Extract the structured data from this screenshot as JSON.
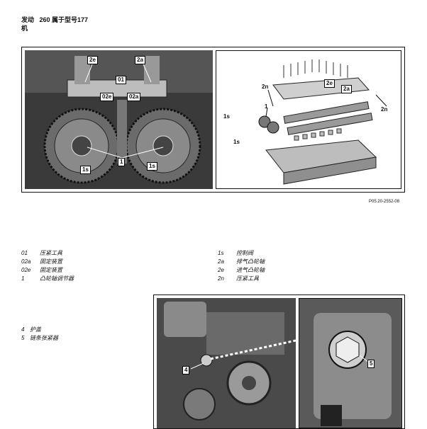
{
  "header": {
    "line1_word": "发动",
    "line1_model": "260 属于型号177",
    "line2": "机"
  },
  "figure1": {
    "ref": "P05.20-2552-08",
    "photo_labels": {
      "l2e": "2e",
      "l2a": "2a",
      "l01": "01",
      "l02e": "02e",
      "l02a": "02a",
      "l1": "1",
      "l1s_left": "1s",
      "l1s_right": "1s"
    },
    "diagram_labels": {
      "l2n_top": "2n",
      "l2e": "2e",
      "l2a": "2a",
      "l1": "1",
      "l1s_top": "1s",
      "l1s_bottom": "1s",
      "l2n_right": "2n"
    }
  },
  "legend1": {
    "left": [
      {
        "num": "01",
        "text": "压紧工具"
      },
      {
        "num": "02a",
        "text": "固定装置"
      },
      {
        "num": "02e",
        "text": "固定装置"
      },
      {
        "num": "1",
        "text": "凸轮轴调节器"
      }
    ],
    "right": [
      {
        "num": "1s",
        "text": "控制阀"
      },
      {
        "num": "2a",
        "text": "排气凸轮轴"
      },
      {
        "num": "2e",
        "text": "进气凸轮轴"
      },
      {
        "num": "2n",
        "text": "压紧工具"
      }
    ]
  },
  "legend2": [
    {
      "num": "4",
      "text": "护盖"
    },
    {
      "num": "5",
      "text": "链条张紧器"
    }
  ],
  "figure2": {
    "labels": {
      "l4": "4",
      "l5": "5"
    }
  }
}
